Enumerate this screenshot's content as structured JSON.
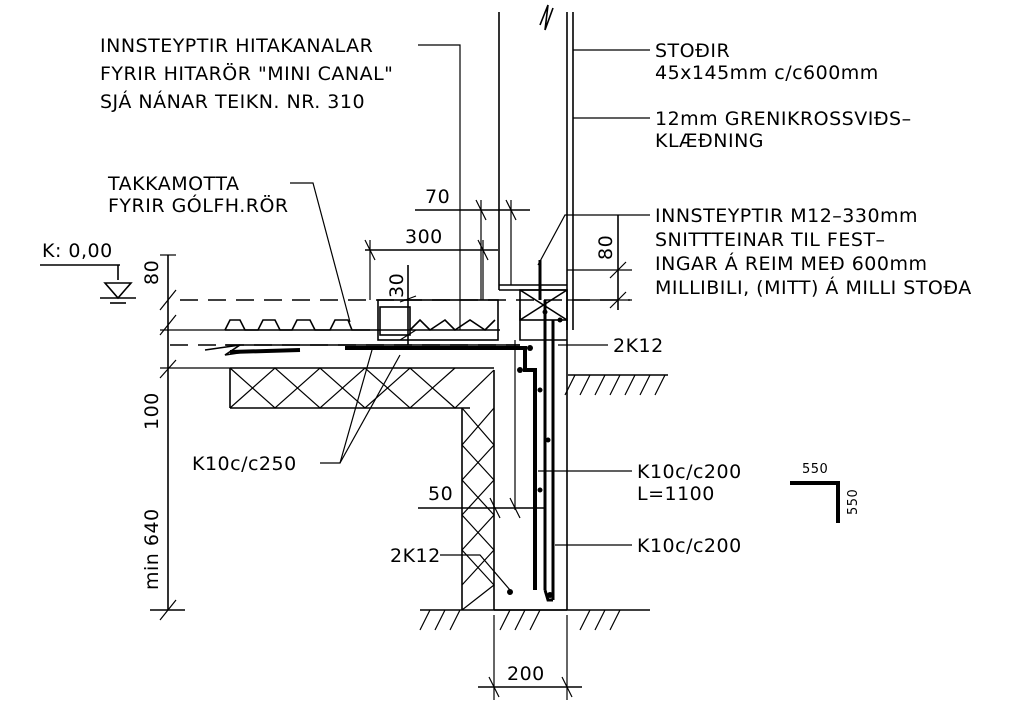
{
  "notes": {
    "heating_channels": [
      "INNSTEYPTIR HITAKANALAR",
      "FYRIR HITARÖR \"MINI CANAL\"",
      "SJÁ NÁNAR TEIKN. NR. 310"
    ],
    "socket": [
      "TAKKAMOTTA",
      "FYRIR GÓLFH.RÖR"
    ],
    "studs": [
      "STOÐIR",
      "45x145mm c/c600mm"
    ],
    "plywood": [
      "12mm GRENIKROSSVIÐS–",
      "KLÆÐNING"
    ],
    "anchors": [
      "INNSTEYPTIR M12–330mm",
      "SNITTTEINAR TIL FEST–",
      "INGAR Á REIM MEÐ 600mm",
      "MILLIBILI, (MITT) Á MILLI STOÐA"
    ],
    "level": "K: 0,00",
    "rebar_top": "2K12",
    "rebar_slab": "K10c/c250",
    "rebar_wall_l": [
      "K10c/c200",
      "L=1100"
    ],
    "rebar_wall_v": "K10c/c200",
    "rebar_bottom": "2K12"
  },
  "dimensions": {
    "d70": "70",
    "d300": "300",
    "d30": "30",
    "d80_left": "80",
    "d80_right": "80",
    "d100": "100",
    "d640": "min 640",
    "d50": "50",
    "d200": "200"
  },
  "bar_detail": {
    "leg_h": "550",
    "leg_v": "550"
  }
}
